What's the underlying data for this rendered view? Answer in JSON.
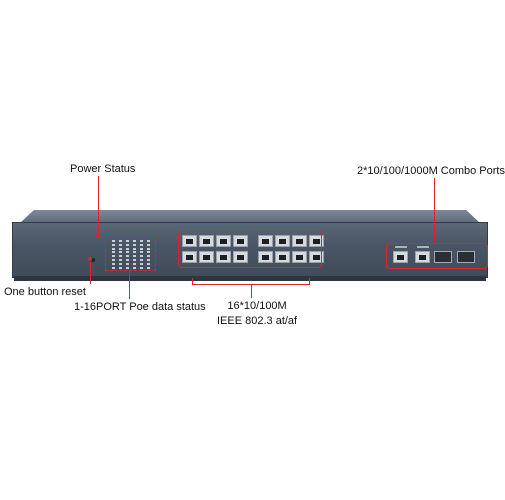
{
  "labels": {
    "power_status": "Power Status",
    "combo_ports": "2*10/100/1000M Combo Ports",
    "reset": "One button reset",
    "poe_status": "1-16PORT Poe data status",
    "ports_line1": "16*10/100M",
    "ports_line2": "IEEE 802.3 at/af"
  },
  "device": {
    "rj45_ports": 16,
    "combo_rj45": 2,
    "combo_sfp": 2
  },
  "colors": {
    "accent": "#d9262c",
    "chassis": "#4a5665"
  }
}
